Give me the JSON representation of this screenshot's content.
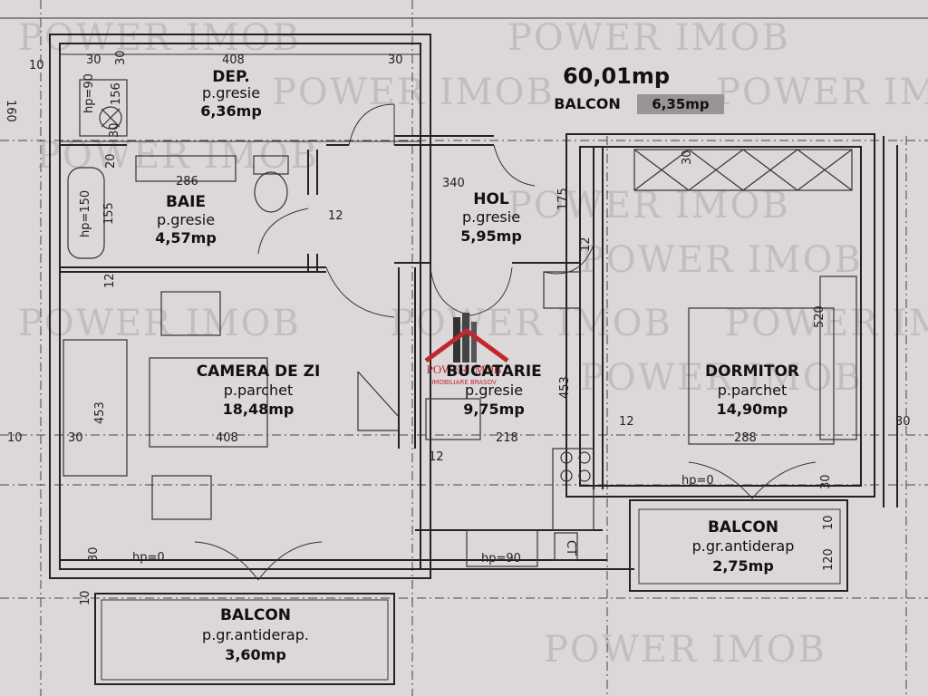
{
  "watermark": "POWER IMOB",
  "logo": {
    "brand": "POWER IMOB",
    "tagline": "IMOBILIARE BRASOV",
    "color": "#c0282e"
  },
  "summary": {
    "total_area": "60,01mp",
    "balcony_label": "BALCON",
    "balcony_area": "6,35mp"
  },
  "rooms": [
    {
      "key": "dep",
      "name": "DEP.",
      "floor": "p.gresie",
      "area": "6,36mp"
    },
    {
      "key": "baie",
      "name": "BAIE",
      "floor": "p.gresie",
      "area": "4,57mp"
    },
    {
      "key": "hol",
      "name": "HOL",
      "floor": "p.gresie",
      "area": "5,95mp"
    },
    {
      "key": "camera",
      "name": "CAMERA DE ZI",
      "floor": "p.parchet",
      "area": "18,48mp"
    },
    {
      "key": "bucatarie",
      "name": "BUCATARIE",
      "floor": "p.gresie",
      "area": "9,75mp"
    },
    {
      "key": "dormitor",
      "name": "DORMITOR",
      "floor": "p.parchet",
      "area": "14,90mp"
    },
    {
      "key": "balcon_right",
      "name": "BALCON",
      "floor": "p.gr.antiderap",
      "area": "2,75mp"
    },
    {
      "key": "balcon_bottom",
      "name": "BALCON",
      "floor": "p.gr.antiderap.",
      "area": "3,60mp"
    }
  ],
  "dimensions": {
    "d10_top": "10",
    "d30_a": "30",
    "d30_b": "30",
    "d408_top": "408",
    "d30_c": "30",
    "d286": "286",
    "d340": "340",
    "d12_hol": "12",
    "d175": "175",
    "d12_v": "12",
    "d30_dorm": "30",
    "d520": "520",
    "d453_left": "453",
    "d453_buc": "453",
    "d408_bottom": "408",
    "d218": "218",
    "d12_buc": "12",
    "d12_mid": "12",
    "d288": "288",
    "d30_right": "30",
    "d30_left": "30",
    "d10_left": "10",
    "d12_left": "12",
    "d155": "155",
    "d156": "156",
    "d20": "20",
    "d30_baie": "30",
    "d30_bottom": "30",
    "d10_bottom": "10",
    "d30_bal": "30",
    "d10_bal": "10",
    "d120": "120",
    "d160": "160",
    "hp_dep": "hp=90",
    "hp_baie": "hp=150",
    "hp_camera": "hp=0",
    "hp_dorm": "hp=0",
    "hp_sink": "hp=90",
    "ct": "CT"
  }
}
